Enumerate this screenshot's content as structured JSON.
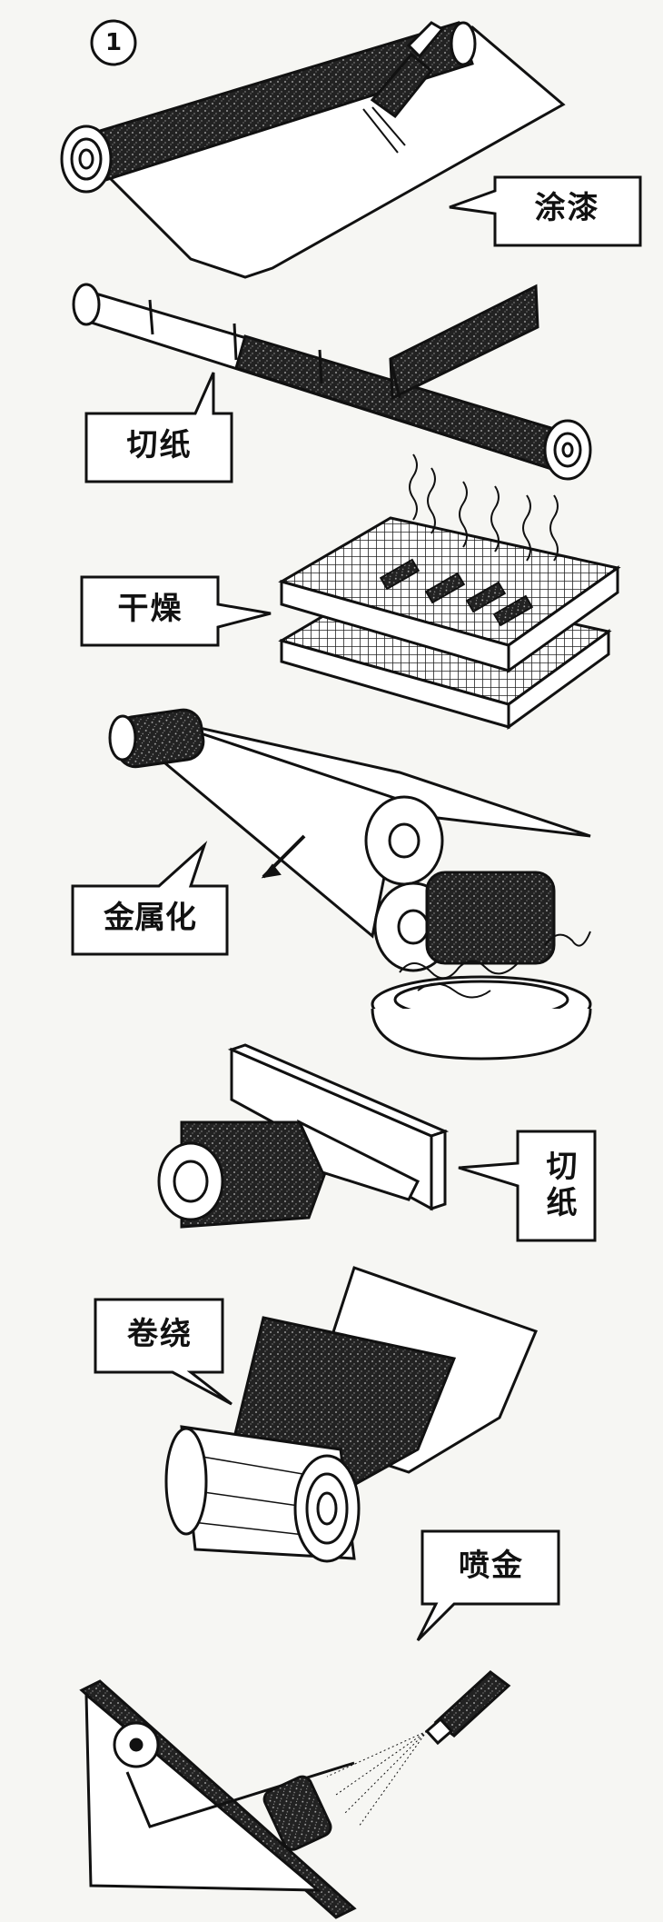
{
  "step_marker": "1",
  "steps": [
    {
      "id": "coat",
      "label": "涂漆"
    },
    {
      "id": "cut-1",
      "label": "切纸"
    },
    {
      "id": "dry",
      "label": "干燥"
    },
    {
      "id": "metallize",
      "label": "金属化"
    },
    {
      "id": "cut-2",
      "label": "切纸"
    },
    {
      "id": "wind",
      "label": "卷绕"
    },
    {
      "id": "spray",
      "label": "喷金"
    }
  ]
}
